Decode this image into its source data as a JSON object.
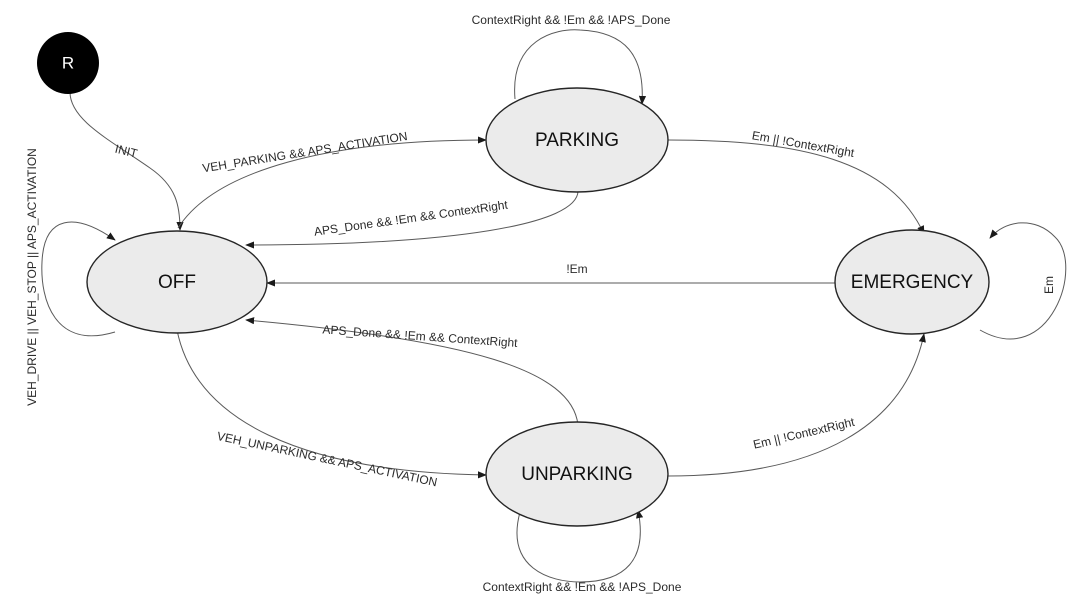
{
  "reset": {
    "label": "R"
  },
  "states": {
    "off": "OFF",
    "parking": "PARKING",
    "emergency": "EMERGENCY",
    "unparking": "UNPARKING"
  },
  "transitions": {
    "init": "INIT",
    "off_self": "VEH_DRIVE || VEH_STOP || APS_ACTIVATION",
    "off_to_parking": "VEH_PARKING && APS_ACTIVATION",
    "parking_to_off": "APS_Done && !Em && ContextRight",
    "parking_self": "ContextRight && !Em && !APS_Done",
    "parking_to_emergency": "Em || !ContextRight",
    "emergency_to_off": "!Em",
    "emergency_self": "Em",
    "unparking_to_off": "APS_Done && !Em && ContextRight",
    "off_to_unparking": "VEH_UNPARKING && APS_ACTIVATION",
    "unparking_to_emergency": "Em || !ContextRight",
    "unparking_self": "ContextRight && !Em && !APS_Done"
  },
  "colors": {
    "state_fill": "#ebebeb",
    "state_stroke": "#262626",
    "edge": "#5a5a5a",
    "reset_fill": "#000000"
  }
}
